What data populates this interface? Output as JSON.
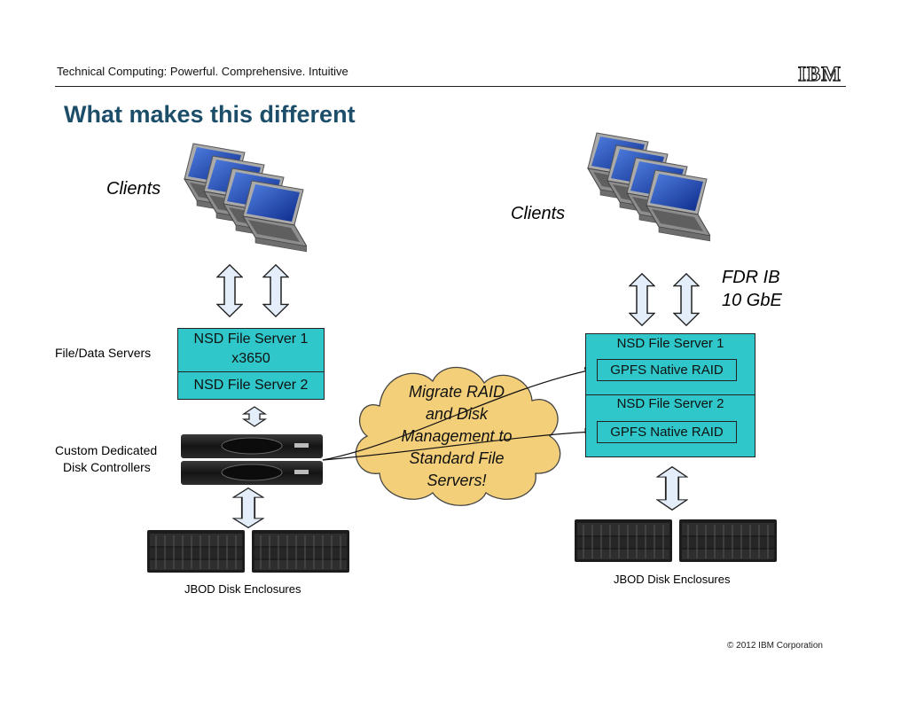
{
  "header": {
    "tagline": "Technical Computing: Powerful. Comprehensive. Intuitive",
    "logo": "IBM"
  },
  "title": "What makes this different",
  "left": {
    "clients_label": "Clients",
    "file_data_servers_label": "File/Data Servers",
    "server1_label": "NSD File Server 1",
    "server1_model": "x3650",
    "server2_label": "NSD File Server 2",
    "controllers_label_line1": "Custom Dedicated",
    "controllers_label_line2": "Disk Controllers",
    "jbod_label": "JBOD Disk Enclosures"
  },
  "cloud": {
    "line1": "Migrate RAID",
    "line2": "and Disk",
    "line3": "Management to",
    "line4": "Standard File",
    "line5": "Servers!"
  },
  "right": {
    "clients_label": "Clients",
    "network_line1": "FDR IB",
    "network_line2": "10 GbE",
    "server1_label": "NSD File Server 1",
    "raid1_label": "GPFS Native RAID",
    "server2_label": "NSD File Server 2",
    "raid2_label": "GPFS Native RAID",
    "jbod_label": "JBOD Disk Enclosures"
  },
  "footer": {
    "copyright": "© 2012 IBM Corporation"
  },
  "colors": {
    "title": "#1c4e6a",
    "server_box": "#2fc7c9",
    "cloud_fill": "#f3cf7a",
    "arrow_fill": "#e4eefb"
  }
}
